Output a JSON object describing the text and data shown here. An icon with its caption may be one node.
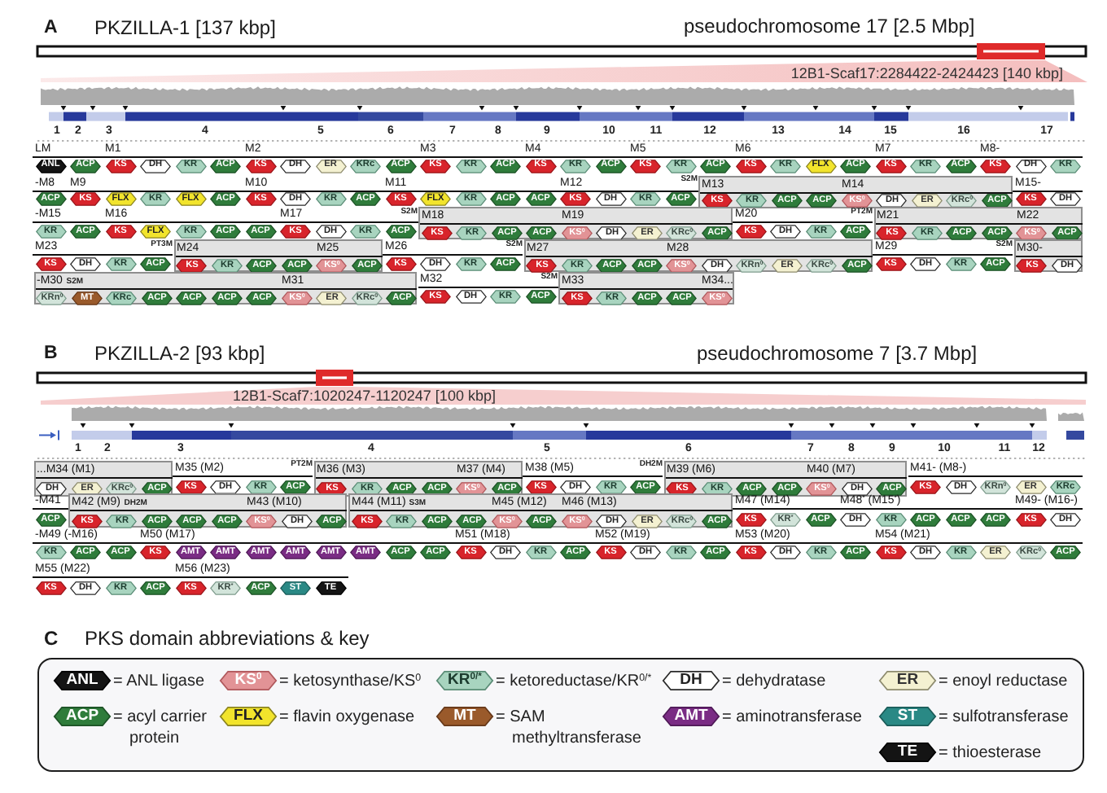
{
  "diagram": {
    "nodes": [
      {
        "text": [
          "ANL"
        ]
      },
      {
        "text": [
          "ACP"
        ]
      },
      {
        "text": [
          "KS"
        ]
      },
      {
        "text": [
          "DH"
        ]
      },
      {
        "text": [
          "KR"
        ]
      },
      {
        "text": [
          "ACP"
        ]
      },
      {
        "text": [
          "KS"
        ]
      },
      {
        "text": [
          "DH"
        ]
      },
      {
        "text": [
          "ER"
        ]
      },
      {
        "text": [
          "KRc"
        ]
      },
      {
        "text": [
          "ACP"
        ]
      },
      {
        "text": [
          "KS"
        ]
      },
      {
        "text": [
          "KR"
        ]
      },
      {
        "text": [
          "ACP"
        ]
      },
      {
        "text": [
          "KS"
        ]
      },
      {
        "text": [
          "KR"
        ]
      },
      {
        "text": [
          "ACP"
        ]
      },
      {
        "text": [
          "KS"
        ]
      },
      {
        "text": [
          "KR"
        ]
      },
      {
        "text": [
          "ACP"
        ]
      },
      {
        "text": [
          "KS"
        ]
      },
      {
        "text": [
          "KR"
        ]
      },
      {
        "text": [
          "FLX"
        ]
      },
      {
        "text": [
          "ACP"
        ]
      },
      {
        "text": [
          "KS"
        ]
      },
      {
        "text": [
          "KR"
        ]
      },
      {
        "text": [
          "ACP"
        ]
      },
      {
        "text": [
          "KS"
        ]
      },
      {
        "text": [
          "DH"
        ]
      },
      {
        "text": [
          "KR"
        ]
      },
      {
        "text": [
          "ACP"
        ]
      },
      {
        "text": [
          "KS"
        ]
      },
      {
        "text": [
          "FLX"
        ]
      },
      {
        "text": [
          "KR"
        ]
      },
      {
        "text": [
          "FLX"
        ]
      },
      {
        "text": [
          "ACP"
        ]
      },
      {
        "text": [
          "KS"
        ]
      },
      {
        "text": [
          "DH"
        ]
      },
      {
        "text": [
          "KR"
        ]
      },
      {
        "text": [
          "ACP"
        ]
      },
      {
        "text": [
          "KS"
        ]
      },
      {
        "text": [
          "FLX"
        ]
      },
      {
        "text": [
          "KR"
        ]
      },
      {
        "text": [
          "ACP"
        ]
      },
      {
        "text": [
          "ACP"
        ]
      },
      {
        "text": [
          "KS"
        ]
      },
      {
        "text": [
          "DH"
        ]
      },
      {
        "text": [
          "KR"
        ]
      },
      {
        "text": [
          "ACP"
        ]
      },
      {
        "text": [
          "M13",
          "M14"
        ],
        "beside": [
          "S2M"
        ]
      },
      {
        "text": [
          "KS"
        ],
        "in": 49
      },
      {
        "text": [
          "KR"
        ],
        "in": 49
      },
      {
        "text": [
          "ACP"
        ],
        "in": 49
      },
      {
        "text": [
          "ACP"
        ],
        "in": 49
      },
      {
        "text": [
          "KS$^{0}$"
        ],
        "in": 49
      },
      {
        "text": [
          "DH"
        ],
        "in": 49
      },
      {
        "text": [
          "ER"
        ],
        "in": 49
      },
      {
        "text": [
          "KRc$^{0}$"
        ],
        "in": 49
      },
      {
        "text": [
          "ACP"
        ],
        "in": 49
      },
      {
        "text": [
          "KS"
        ]
      },
      {
        "text": [
          "DH"
        ]
      },
      {
        "text": [
          "KR"
        ]
      },
      {
        "text": [
          "ACP"
        ]
      },
      {
        "text": [
          "KS"
        ]
      },
      {
        "text": [
          "FLX"
        ]
      },
      {
        "text": [
          "KR"
        ]
      },
      {
        "text": [
          "ACP"
        ]
      },
      {
        "text": [
          "ACP"
        ]
      },
      {
        "text": [
          "KS"
        ]
      },
      {
        "text": [
          "DH"
        ]
      },
      {
        "text": [
          "KR"
        ]
      },
      {
        "text": [
          "ACP"
        ]
      },
      {
        "text": [
          "M18",
          "M19"
        ],
        "beside": [
          "S2M"
        ]
      },
      {
        "text": [
          "KS"
        ],
        "in": 72
      },
      {
        "text": [
          "KR"
        ],
        "in": 72
      },
      {
        "text": [
          "ACP"
        ],
        "in": 72
      },
      {
        "text": [
          "ACP"
        ],
        "in": 72
      },
      {
        "text": [
          "KS$^{0}$"
        ],
        "in": 72
      },
      {
        "text": [
          "DH"
        ],
        "in": 72
      },
      {
        "text": [
          "ER"
        ],
        "in": 72
      },
      {
        "text": [
          "KRc$^{0}$"
        ],
        "in": 72
      },
      {
        "text": [
          "ACP"
        ],
        "in": 72
      },
      {
        "text": [
          "KS"
        ]
      },
      {
        "text": [
          "DH"
        ]
      },
      {
        "text": [
          "KR"
        ]
      },
      {
        "text": [
          "ACP"
        ]
      },
      {
        "text": [
          "M21",
          "M22"
        ],
        "beside": [
          "PT2M"
        ]
      },
      {
        "text": [
          "KS"
        ],
        "in": 86
      },
      {
        "text": [
          "KR"
        ],
        "in": 86
      },
      {
        "text": [
          "ACP"
        ],
        "in": 86
      },
      {
        "text": [
          "ACP"
        ],
        "in": 86
      },
      {
        "text": [
          "KS$^{0}$"
        ],
        "in": 86
      },
      {
        "text": [
          "ACP"
        ],
        "in": 86
      },
      {
        "text": [
          "KS"
        ]
      },
      {
        "text": [
          "DH"
        ]
      },
      {
        "text": [
          "KR"
        ]
      },
      {
        "text": [
          "ACP"
        ]
      },
      {
        "text": [
          "M24",
          "M25"
        ],
        "beside": [
          "PT3M"
        ]
      },
      {
        "text": [
          "KS"
        ],
        "in": 97
      },
      {
        "text": [
          "KR"
        ],
        "in": 97
      },
      {
        "text": [
          "ACP"
        ],
        "in": 97
      },
      {
        "text": [
          "ACP"
        ],
        "in": 97
      },
      {
        "text": [
          "KS$^{0}$"
        ],
        "in": 97
      },
      {
        "text": [
          "ACP"
        ],
        "in": 97
      },
      {
        "text": [
          "KS"
        ]
      },
      {
        "text": [
          "DH"
        ]
      },
      {
        "text": [
          "KR"
        ]
      },
      {
        "text": [
          "ACP"
        ]
      },
      {
        "text": [
          "M27",
          "M28"
        ],
        "beside": [
          "S2M"
        ]
      },
      {
        "text": [
          "KS"
        ],
        "in": 108
      },
      {
        "text": [
          "KR"
        ],
        "in": 108
      },
      {
        "text": [
          "ACP"
        ],
        "in": 108
      },
      {
        "text": [
          "ACP"
        ],
        "in": 108
      },
      {
        "text": [
          "KS$^{0}$"
        ],
        "in": 108
      },
      {
        "text": [
          "DH"
        ],
        "in": 108
      },
      {
        "text": [
          "KRn$^{0}$"
        ],
        "in": 108
      },
      {
        "text": [
          "ER"
        ],
        "in": 108
      },
      {
        "text": [
          "KRc$^{0}$"
        ],
        "in": 108
      },
      {
        "text": [
          "ACP"
        ],
        "in": 108
      },
      {
        "text": [
          "KS"
        ]
      },
      {
        "text": [
          "DH"
        ]
      },
      {
        "text": [
          "KR"
        ]
      },
      {
        "text": [
          "ACP"
        ]
      },
      {
        "text": [
          "M30-"
        ],
        "beside": [
          "S2M"
        ]
      },
      {
        "text": [
          "KS"
        ],
        "in": 123
      },
      {
        "text": [
          "DH"
        ],
        "in": 123
      },
      {
        "text": [
          "-M30",
          "M31"
        ],
        "beside": [
          "S2M"
        ]
      },
      {
        "text": [
          "KRn$^{0}$"
        ],
        "in": 126
      },
      {
        "text": [
          "MT"
        ],
        "in": 126
      },
      {
        "text": [
          "KRc"
        ],
        "in": 126
      },
      {
        "text": [
          "ACP"
        ],
        "in": 126
      },
      {
        "text": [
          "ACP"
        ],
        "in": 126
      },
      {
        "text": [
          "ACP"
        ],
        "in": 126
      },
      {
        "text": [
          "ACP"
        ],
        "in": 126
      },
      {
        "text": [
          "KS$^{0}$"
        ],
        "in": 126
      },
      {
        "text": [
          "ER"
        ],
        "in": 126
      },
      {
        "text": [
          "KRc$^{0}$"
        ],
        "in": 126
      },
      {
        "text": [
          "ACP"
        ],
        "in": 126
      },
      {
        "text": [
          "KS"
        ]
      },
      {
        "text": [
          "DH"
        ]
      },
      {
        "text": [
          "KR"
        ]
      },
      {
        "text": [
          "ACP"
        ]
      },
      {
        "text": [
          "M33",
          "M34..."
        ],
        "beside": [
          "S2M"
        ]
      },
      {
        "text": [
          "KS"
        ],
        "in": 142
      },
      {
        "text": [
          "KR"
        ],
        "in": 142
      },
      {
        "text": [
          "ACP"
        ],
        "in": 142
      },
      {
        "text": [
          "ACP"
        ],
        "in": 142
      },
      {
        "text": [
          "KS$^{0}$"
        ],
        "in": 142
      },
      {
        "text": [
          "...M34 (M1)"
        ]
      },
      {
        "text": [
          "DH"
        ],
        "in": 148
      },
      {
        "text": [
          "ER"
        ],
        "in": 148
      },
      {
        "text": [
          "KRc$^{0}$"
        ],
        "in": 148
      },
      {
        "text": [
          "ACP"
        ],
        "in": 148
      },
      {
        "text": [
          "KS"
        ]
      },
      {
        "text": [
          "DH"
        ]
      },
      {
        "text": [
          "KR"
        ]
      },
      {
        "text": [
          "ACP"
        ]
      },
      {
        "text": [
          "M36 (M3)",
          "M37 (M4)"
        ],
        "beside": [
          "PT2M"
        ]
      },
      {
        "text": [
          "KS"
        ],
        "in": 157
      },
      {
        "text": [
          "KR"
        ],
        "in": 157
      },
      {
        "text": [
          "ACP"
        ],
        "in": 157
      },
      {
        "text": [
          "ACP"
        ],
        "in": 157
      },
      {
        "text": [
          "KS$^{0}$"
        ],
        "in": 157
      },
      {
        "text": [
          "ACP"
        ],
        "in": 157
      },
      {
        "text": [
          "KS"
        ]
      },
      {
        "text": [
          "DH"
        ]
      },
      {
        "text": [
          "KR"
        ]
      },
      {
        "text": [
          "ACP"
        ]
      },
      {
        "text": [
          "M39 (M6)",
          "M40 (M7)"
        ],
        "beside": [
          "DH2M"
        ]
      },
      {
        "text": [
          "KS"
        ],
        "in": 168
      },
      {
        "text": [
          "KR"
        ],
        "in": 168
      },
      {
        "text": [
          "ACP"
        ],
        "in": 168
      },
      {
        "text": [
          "ACP"
        ],
        "in": 168
      },
      {
        "text": [
          "KS$^{0}$"
        ],
        "in": 168
      },
      {
        "text": [
          "DH"
        ],
        "in": 168
      },
      {
        "text": [
          "ACP"
        ],
        "in": 168
      },
      {
        "text": [
          "KS"
        ]
      },
      {
        "text": [
          "DH"
        ]
      },
      {
        "text": [
          "KRn$^{0}$"
        ]
      },
      {
        "text": [
          "ER"
        ]
      },
      {
        "text": [
          "KRc"
        ]
      },
      {
        "text": [
          "ACP"
        ]
      },
      {
        "text": [
          "M42 (M9)",
          "M43 (M10)"
        ],
        "beside": [
          "DH2M"
        ]
      },
      {
        "text": [
          "KS"
        ],
        "in": 182
      },
      {
        "text": [
          "KR"
        ],
        "in": 182
      },
      {
        "text": [
          "ACP"
        ],
        "in": 182
      },
      {
        "text": [
          "ACP"
        ],
        "in": 182
      },
      {
        "text": [
          "ACP"
        ],
        "in": 182
      },
      {
        "text": [
          "KS$^{0}$"
        ],
        "in": 182
      },
      {
        "text": [
          "DH"
        ],
        "in": 182
      },
      {
        "text": [
          "ACP"
        ],
        "in": 182
      },
      {
        "text": [
          "M44 (M11)",
          "M45 (M12)",
          "M46 (M13)"
        ],
        "beside": [
          "S3M"
        ]
      },
      {
        "text": [
          "KS"
        ],
        "in": 191
      },
      {
        "text": [
          "KR"
        ],
        "in": 191
      },
      {
        "text": [
          "ACP"
        ],
        "in": 191
      },
      {
        "text": [
          "ACP"
        ],
        "in": 191
      },
      {
        "text": [
          "KS$^{0}$"
        ],
        "in": 191
      },
      {
        "text": [
          "ACP"
        ],
        "in": 191
      },
      {
        "text": [
          "KS$^{0}$"
        ],
        "in": 191
      },
      {
        "text": [
          "DH"
        ],
        "in": 191
      },
      {
        "text": [
          "ER"
        ],
        "in": 191
      },
      {
        "text": [
          "KRc$^{0}$"
        ],
        "in": 191
      },
      {
        "text": [
          "ACP"
        ],
        "in": 191
      },
      {
        "text": [
          "KS"
        ]
      },
      {
        "text": [
          "KR$^{*}$"
        ]
      },
      {
        "text": [
          "ACP"
        ]
      },
      {
        "text": [
          "DH"
        ]
      },
      {
        "text": [
          "KR"
        ]
      },
      {
        "text": [
          "ACP"
        ]
      },
      {
        "text": [
          "ACP"
        ]
      },
      {
        "text": [
          "ACP"
        ]
      },
      {
        "text": [
          "KS"
        ]
      },
      {
        "text": [
          "DH"
        ]
      },
      {
        "text": [
          "KR"
        ]
      },
      {
        "text": [
          "ACP"
        ]
      },
      {
        "text": [
          "ACP"
        ]
      },
      {
        "text": [
          "KS"
        ]
      },
      {
        "text": [
          "AMT"
        ]
      },
      {
        "text": [
          "AMT"
        ]
      },
      {
        "text": [
          "AMT"
        ]
      },
      {
        "text": [
          "AMT"
        ]
      },
      {
        "text": [
          "AMT"
        ]
      },
      {
        "text": [
          "AMT"
        ]
      },
      {
        "text": [
          "ACP"
        ]
      },
      {
        "text": [
          "ACP"
        ]
      },
      {
        "text": [
          "KS"
        ]
      },
      {
        "text": [
          "DH"
        ]
      },
      {
        "text": [
          "KR"
        ]
      },
      {
        "text": [
          "ACP"
        ]
      },
      {
        "text": [
          "KS"
        ]
      },
      {
        "text": [
          "DH"
        ]
      },
      {
        "text": [
          "KR"
        ]
      },
      {
        "text": [
          "ACP"
        ]
      },
      {
        "text": [
          "KS"
        ]
      },
      {
        "text": [
          "DH"
        ]
      },
      {
        "text": [
          "KR"
        ]
      },
      {
        "text": [
          "ACP"
        ]
      },
      {
        "text": [
          "KS"
        ]
      },
      {
        "text": [
          "DH"
        ]
      },
      {
        "text": [
          "KR"
        ]
      },
      {
        "text": [
          "ER"
        ]
      },
      {
        "text": [
          "KRc$^{0}$"
        ]
      },
      {
        "text": [
          "ACP"
        ]
      },
      {
        "text": [
          "KS"
        ]
      },
      {
        "text": [
          "DH"
        ]
      },
      {
        "text": [
          "KR"
        ]
      },
      {
        "text": [
          "ACP"
        ]
      },
      {
        "text": [
          "KS"
        ]
      },
      {
        "text": [
          "KR$^{*}$"
        ]
      },
      {
        "text": [
          "ACP"
        ]
      },
      {
        "text": [
          "ST"
        ]
      },
      {
        "text": [
          "TE"
        ]
      },
      {
        "text": [
          "C",
          "PKS domain abbreviations & key"
        ]
      },
      {
        "text": [
          "ANL"
        ],
        "in": 252,
        "beside": [
          "= ANL ligase"
        ]
      },
      {
        "text": [
          "KS$^{0}$"
        ],
        "in": 252,
        "beside": [
          "= ketosynthase/KS$^{0}$"
        ]
      },
      {
        "text": [
          "KR$^{0/*}$"
        ],
        "in": 252,
        "beside": [
          "= ketoreductase/KR$^{0/*}$"
        ]
      },
      {
        "text": [
          "DH"
        ],
        "in": 252,
        "beside": [
          "= dehydratase"
        ]
      },
      {
        "text": [
          "ER"
        ],
        "in": 252,
        "beside": [
          "= enoyl reductase"
        ]
      },
      {
        "text": [
          "ACP"
        ],
        "in": 252,
        "beside": [
          "= acyl carrier protein"
        ]
      },
      {
        "text": [
          "FLX"
        ],
        "in": 252,
        "beside": [
          "= flavin oxygenase"
        ]
      },
      {
        "text": [
          "MT"
        ],
        "in": 252,
        "beside": [
          "= SAM methyltransferase"
        ]
      },
      {
        "text": [
          "AMT"
        ],
        "in": 252,
        "beside": [
          "= aminotransferase"
        ]
      },
      {
        "text": [
          "ST"
        ],
        "in": 252,
        "beside": [
          "= sulfotransferase"
        ]
      },
      {
        "text": [
          "TE"
        ],
        "in": 252,
        "beside": [
          "= thioesterase"
        ]
      }
    ],
    "labels": [
      "A",
      "PKZILLA-1 [137 kbp]",
      "pseudochromosome 17 [2.5 Mbp]",
      "12B1-Scaf17:2284422-2424423 [140 kbp]",
      "1",
      "2",
      "3",
      "4",
      "5",
      "6",
      "7",
      "8",
      "9",
      "10",
      "11",
      "12",
      "13",
      "14",
      "15",
      "16",
      "17",
      "LM",
      "M1",
      "M2",
      "M3",
      "M4",
      "M5",
      "M6",
      "M7",
      "M8-",
      "-M8",
      "M9",
      "M10",
      "M11",
      "M12",
      "M15-",
      "-M15",
      "M16",
      "M17",
      "M20",
      "M23",
      "M26",
      "M29",
      "M32",
      "B",
      "PKZILLA-2 [93 kbp]",
      "pseudochromosome 7 [3.7 Mbp]",
      "12B1-Scaf7:1020247-1120247 [100 kbp]",
      "1",
      "2",
      "3",
      "4",
      "5",
      "6",
      "7",
      "8",
      "9",
      "10",
      "11",
      "12",
      "M35 (M2)",
      "M38 (M5)",
      "M41- (M8-)",
      "-M41",
      "M47 (M14)",
      "M48$^{*}$ (M15$^{*}$)",
      "M49- (M16-)",
      "-M49 (-M16)",
      "M50 (M17)",
      "M51 (M18)",
      "M52 (M19)",
      "M53 (M20)",
      "M54 (M21)",
      "M55 (M22)",
      "M56 (M23)"
    ]
  }
}
